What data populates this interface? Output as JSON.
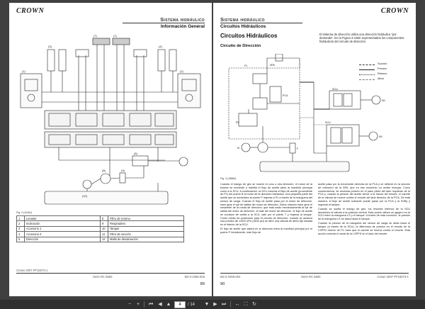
{
  "brand": "CROWN",
  "left_page": {
    "section_title": "Sistema hidráulico",
    "section_subtitle": "Información General",
    "figure_label": "Fig. 2 (14161)",
    "figure_table": [
      [
        "1",
        "Levante",
        "8",
        "Filtro de retorno"
      ],
      [
        "2",
        "Inclinación",
        "9",
        "Respiradero"
      ],
      [
        "3",
        "Accesorio 1",
        "10",
        "Tanque"
      ],
      [
        "4",
        "Accesorio 2",
        "11",
        "Filtro de succión"
      ],
      [
        "5",
        "Dirección",
        "12",
        "Malla de desaireación"
      ]
    ],
    "footer_left": "Crown 2007 PF15073-1",
    "footer_center": "Serie RC 5500",
    "footer_code": "M2.0-1055-003",
    "page_number": "89"
  },
  "right_page": {
    "section_title": "Sistema hidráulico",
    "section_subtitle": "Circuitos Hidráulicos",
    "heading": "Circuitos Hidráulicos",
    "subheading": "Circuito de Dirección",
    "intro": "El sistema de dirección utiliza una dirección hidráulica \"por demanda\". En la Figura 3 están representados los componentes hidráulicos del circuito de dirección.",
    "legend": [
      "Succión",
      "Presión",
      "Retorno",
      "Alivio"
    ],
    "figure_label": "Fig. 3 (15884)",
    "col_left": [
      "Cuando el mango de giro se mueve en una u otra dirección, el motor de la bomba se enciende y habilita el flujo de aceite tanto al manifold principal como a la SCU. A continuación, la SCU conecta el flujo de aceite (procedente de P1) del puerto B al motor de la dirección hidráulica. Una pequeña parte del aceite que se suministra al puerto P regresa a P1 a través de la manguera del sensor de carga. Cuando el flujo de aceite pasa por el motor de dirección, hace girar el eje de salida del motor de dirección. Dicha rotación hace girar el ensamble de la rueda de dirección, que está unido mecánicamente al eje de salida del motor de dirección. Al salir del motor de dirección, el flujo de aceite se conduce de vuelta a la SCU, sale por el puerto T y regresa al tanque. Cómo medio de protección para el circuito de dirección, cuando se alcanza una presión de 11032 kPa (1600 psi) se abre una válvula de alivio fija situada en el interior de la SCU.",
      "El flujo de aceite que saldrá en la dirección entra al manifold principal por el puerto P inicialmente, este flujo de"
    ],
    "col_right": [
      "aceite pasa por la envolvente derecha de la PCA y se detiene en la sección de retención de la SPA, que en ese momento no recibe energía. Como consecuencia, se acumula presión en el paso piloto del lado izquierdo de la PCA y, cuando la presión del aceite vence a la fuerza del resorte, el carrete de la válvula se mueve contra el resorte del lado derecho de la PCA. De esta manera, el flujo de aceite sobrante puede pasar por la PCA y la SVBy y regresar al tanque.",
      "Cuando se suelta el mango de giro, los resortes internos de la SCU devuelven la válvula a la posición central. Esta acción alinea un agujero en la SCU entre la manguera LS y el tanque. A través de esta conexión, la presión de la manguera LS se alivia hacia el tanque.",
      "Cuando la presión de la manguera del sensor de carga se alivia hacia el tanque (a través de la SCU), la diferencia de presión en el resorte de la LSPFD interno de P1 hace que el carrete se mueva contra el resorte. Esta acción conecta el canal de la LSPFD en el lado del resorte"
    ],
    "footer_left": "M2.0-1055-004",
    "footer_center": "Serie RC 5500",
    "footer_right": "Crown 2007 PF15073-1",
    "page_number": "90"
  },
  "toolbar": {
    "current_page": "4",
    "page_count": "/ 14"
  }
}
